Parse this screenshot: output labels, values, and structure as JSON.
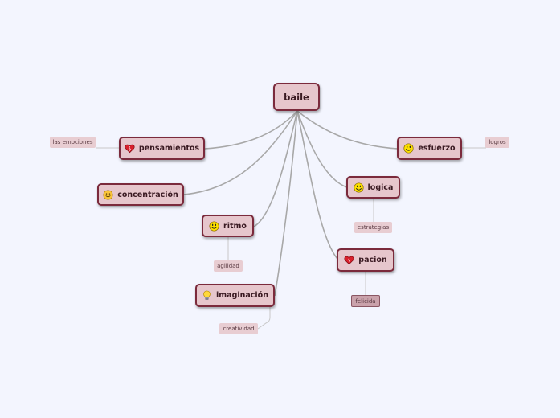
{
  "map": {
    "root": "baile",
    "topics": {
      "pensamientos": {
        "label": "pensamientos",
        "icon": "heart-icon",
        "note": "las emociones"
      },
      "concentracion": {
        "label": "concentración",
        "icon": "smiley-icon"
      },
      "ritmo": {
        "label": "ritmo",
        "icon": "smiley-icon",
        "note": "agilidad"
      },
      "imaginacion": {
        "label": "imaginación",
        "icon": "lightbulb-icon",
        "note": "creatividad"
      },
      "esfuerzo": {
        "label": "esfuerzo",
        "icon": "smiley-icon",
        "note": "logros"
      },
      "logica": {
        "label": "logica",
        "icon": "smiley-icon",
        "note": "estrategias"
      },
      "pacion": {
        "label": "pacion",
        "icon": "heart-icon",
        "note": "felicida"
      }
    }
  },
  "colors": {
    "background": "#f3f5fe",
    "node_fill": "#e6c6cc",
    "node_border": "#7b2a3c",
    "connector": "#a8a8a8"
  }
}
